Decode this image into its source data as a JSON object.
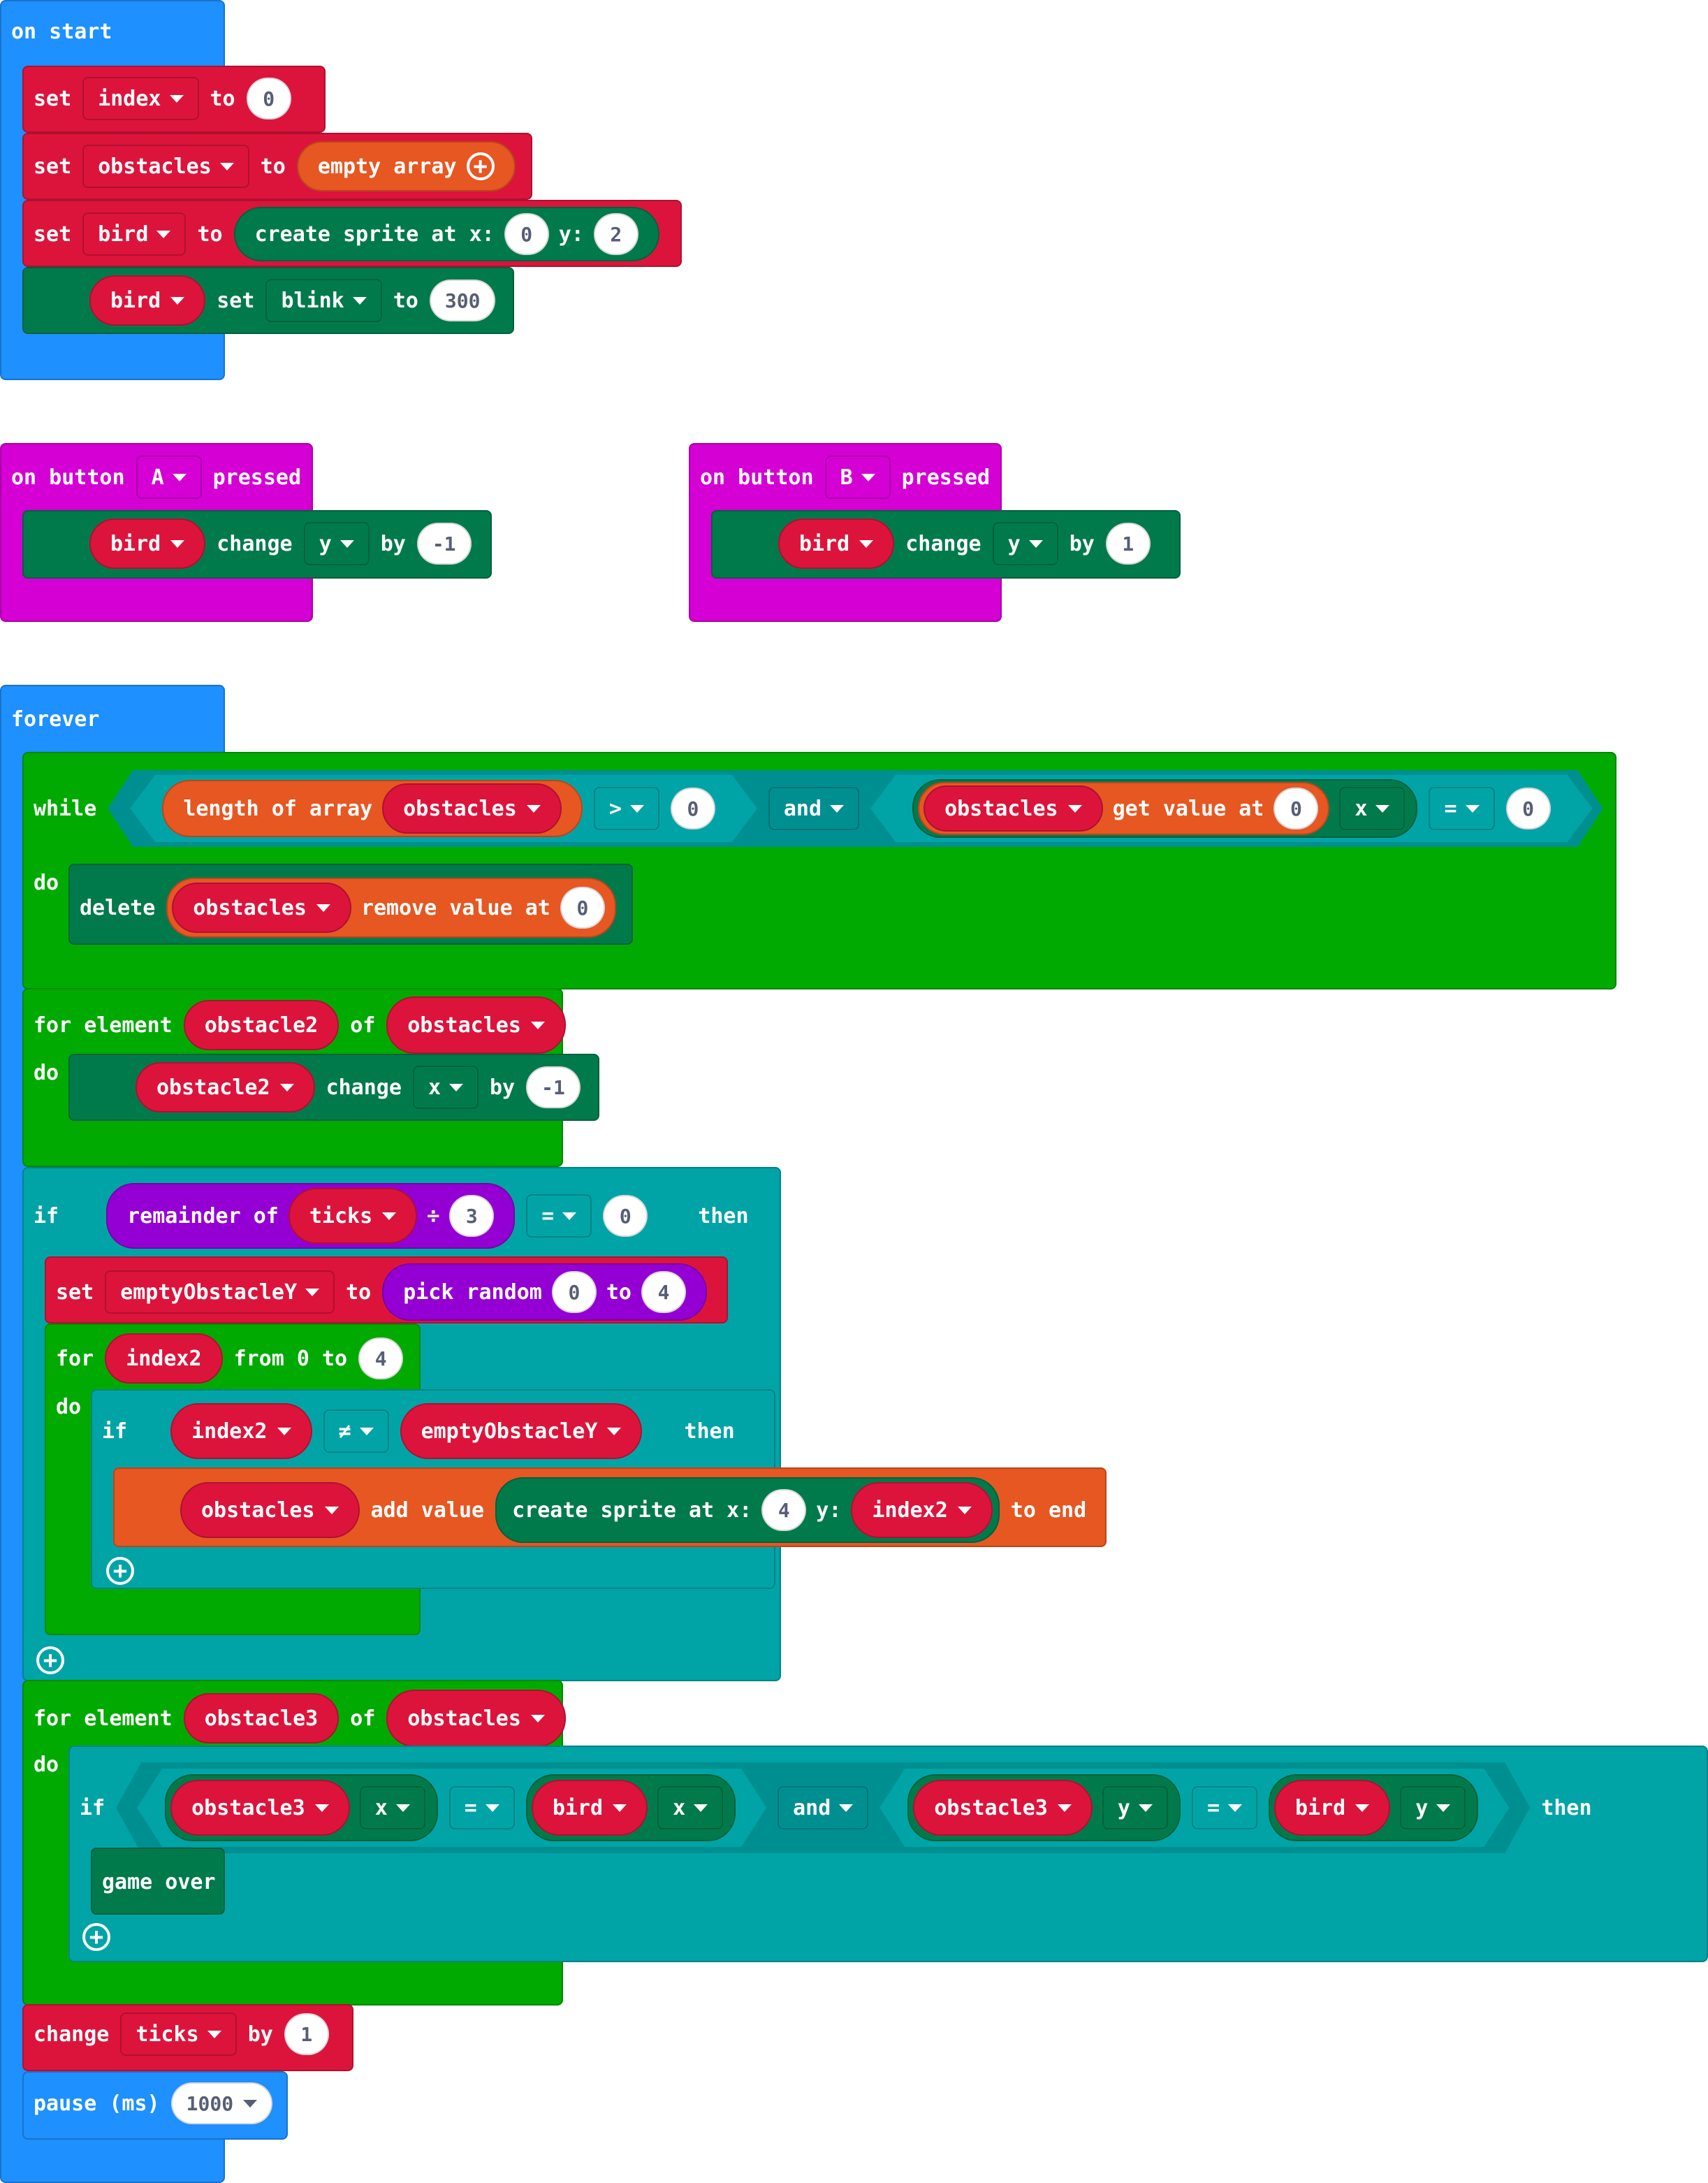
{
  "on_start": {
    "label": "on start",
    "set_index": {
      "set": "set",
      "var": "index",
      "to": "to",
      "value": "0"
    },
    "set_obstacles": {
      "set": "set",
      "var": "obstacles",
      "to": "to",
      "value": "empty array"
    },
    "set_bird": {
      "set": "set",
      "var": "bird",
      "to": "to",
      "create": "create sprite at x:",
      "x": "0",
      "y_label": "y:",
      "y": "2"
    },
    "bird_blink": {
      "var": "bird",
      "set": "set",
      "prop": "blink",
      "to": "to",
      "value": "300"
    }
  },
  "button_a": {
    "on": "on button",
    "button": "A",
    "pressed": "pressed",
    "var": "bird",
    "change": "change",
    "prop": "y",
    "by": "by",
    "value": "-1"
  },
  "button_b": {
    "on": "on button",
    "button": "B",
    "pressed": "pressed",
    "var": "bird",
    "change": "change",
    "prop": "y",
    "by": "by",
    "value": "1"
  },
  "forever": {
    "label": "forever",
    "while": {
      "while": "while",
      "do": "do",
      "length_of_array": "length of array",
      "array_var": "obstacles",
      "gt": ">",
      "gt_value": "0",
      "and": "and",
      "get_array": "obstacles",
      "get_value_at": "get value at",
      "get_index": "0",
      "prop": "x",
      "eq": "=",
      "eq_value": "0",
      "delete": "delete",
      "del_array": "obstacles",
      "remove_value_at": "remove value at",
      "remove_index": "0"
    },
    "for1": {
      "for_element": "for element",
      "elem": "obstacle2",
      "of": "of",
      "array": "obstacles",
      "do": "do",
      "var": "obstacle2",
      "change": "change",
      "prop": "x",
      "by": "by",
      "value": "-1"
    },
    "if1": {
      "if": "if",
      "remainder_of": "remainder of",
      "ticks": "ticks",
      "div": "÷",
      "divisor": "3",
      "eq": "=",
      "eq_value": "0",
      "then": "then",
      "set": "set",
      "set_var": "emptyObstacleY",
      "to": "to",
      "pick_random": "pick random",
      "rand_min": "0",
      "rand_to": "to",
      "rand_max": "4",
      "for": "for",
      "loop_var": "index2",
      "from_to": "from 0 to",
      "loop_max": "4",
      "do": "do",
      "inner_if": "if",
      "inner_left": "index2",
      "neq": "≠",
      "inner_right": "emptyObstacleY",
      "inner_then": "then",
      "add_array": "obstacles",
      "add_value": "add value",
      "create": "create sprite at x:",
      "x": "4",
      "y_label": "y:",
      "y_var": "index2",
      "to_end": "to end"
    },
    "for2": {
      "for_element": "for element",
      "elem": "obstacle3",
      "of": "of",
      "array": "obstacles",
      "do": "do",
      "if": "if",
      "a_var": "obstacle3",
      "a_prop": "x",
      "eq1": "=",
      "b_var": "bird",
      "b_prop": "x",
      "and": "and",
      "c_var": "obstacle3",
      "c_prop": "y",
      "eq2": "=",
      "d_var": "bird",
      "d_prop": "y",
      "then": "then",
      "game_over": "game over"
    },
    "change_ticks": {
      "change": "change",
      "var": "ticks",
      "by": "by",
      "value": "1"
    },
    "pause": {
      "label": "pause (ms)",
      "value": "1000"
    }
  },
  "colors": {
    "events": "#1E90FF",
    "variables": "#DC143C",
    "sprites": "#007A4B",
    "arrays": "#E65722",
    "loops": "#00AA00",
    "logic": "#00A4A6",
    "math": "#9400D3",
    "input": "#D400D4"
  }
}
